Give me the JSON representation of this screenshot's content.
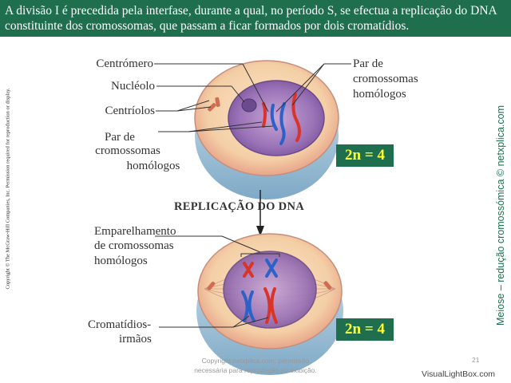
{
  "header": {
    "text": "A divisão I é precedida pela interfase, durante a qual, no período S, se efectua a replicação do DNA constituinte dos cromossomas, que passam a ficar formados por dois cromatídios.",
    "bg_color": "#1f6f4f"
  },
  "side": {
    "copyright": "Copyright © The McGraw-Hill Companies, Inc. Permission required for reproduction or display.",
    "credit": "Meiose – redução cromossómica © netxplica.com"
  },
  "top_cell": {
    "labels": {
      "centromere": "Centrómero",
      "nucleolus": "Nucléolo",
      "centrioles": "Centríolos",
      "pair_left_1": "Par de",
      "pair_left_2": "cromossomas",
      "pair_left_3": "homólogos",
      "pair_right_1": "Par de",
      "pair_right_2": "cromossomas",
      "pair_right_3": "homólogos"
    },
    "ploidy": "2n = 4"
  },
  "replication": {
    "label": "REPLICAÇÃO DO DNA"
  },
  "bottom_cell": {
    "labels": {
      "pairing_1": "Emparelhamento",
      "pairing_2": "de cromossomas",
      "pairing_3": "homólogos",
      "sister_1": "Cromatídios-",
      "sister_2": "irmãos"
    },
    "ploidy": "2n = 4"
  },
  "footer": {
    "line1": "Copyright netxplica.com: permissão",
    "line2": "necessária para reprodução ou exibição.",
    "page": "21",
    "watermark": "VisualLightBox.com"
  },
  "colors": {
    "accent_green": "#1f6f4f",
    "ploidy_text": "#ffff33",
    "chromosome_red": "#d8342a",
    "chromosome_blue": "#2a62c8",
    "cytoplasm": "#f4cfa6",
    "nucleus": "#8e64ad"
  }
}
